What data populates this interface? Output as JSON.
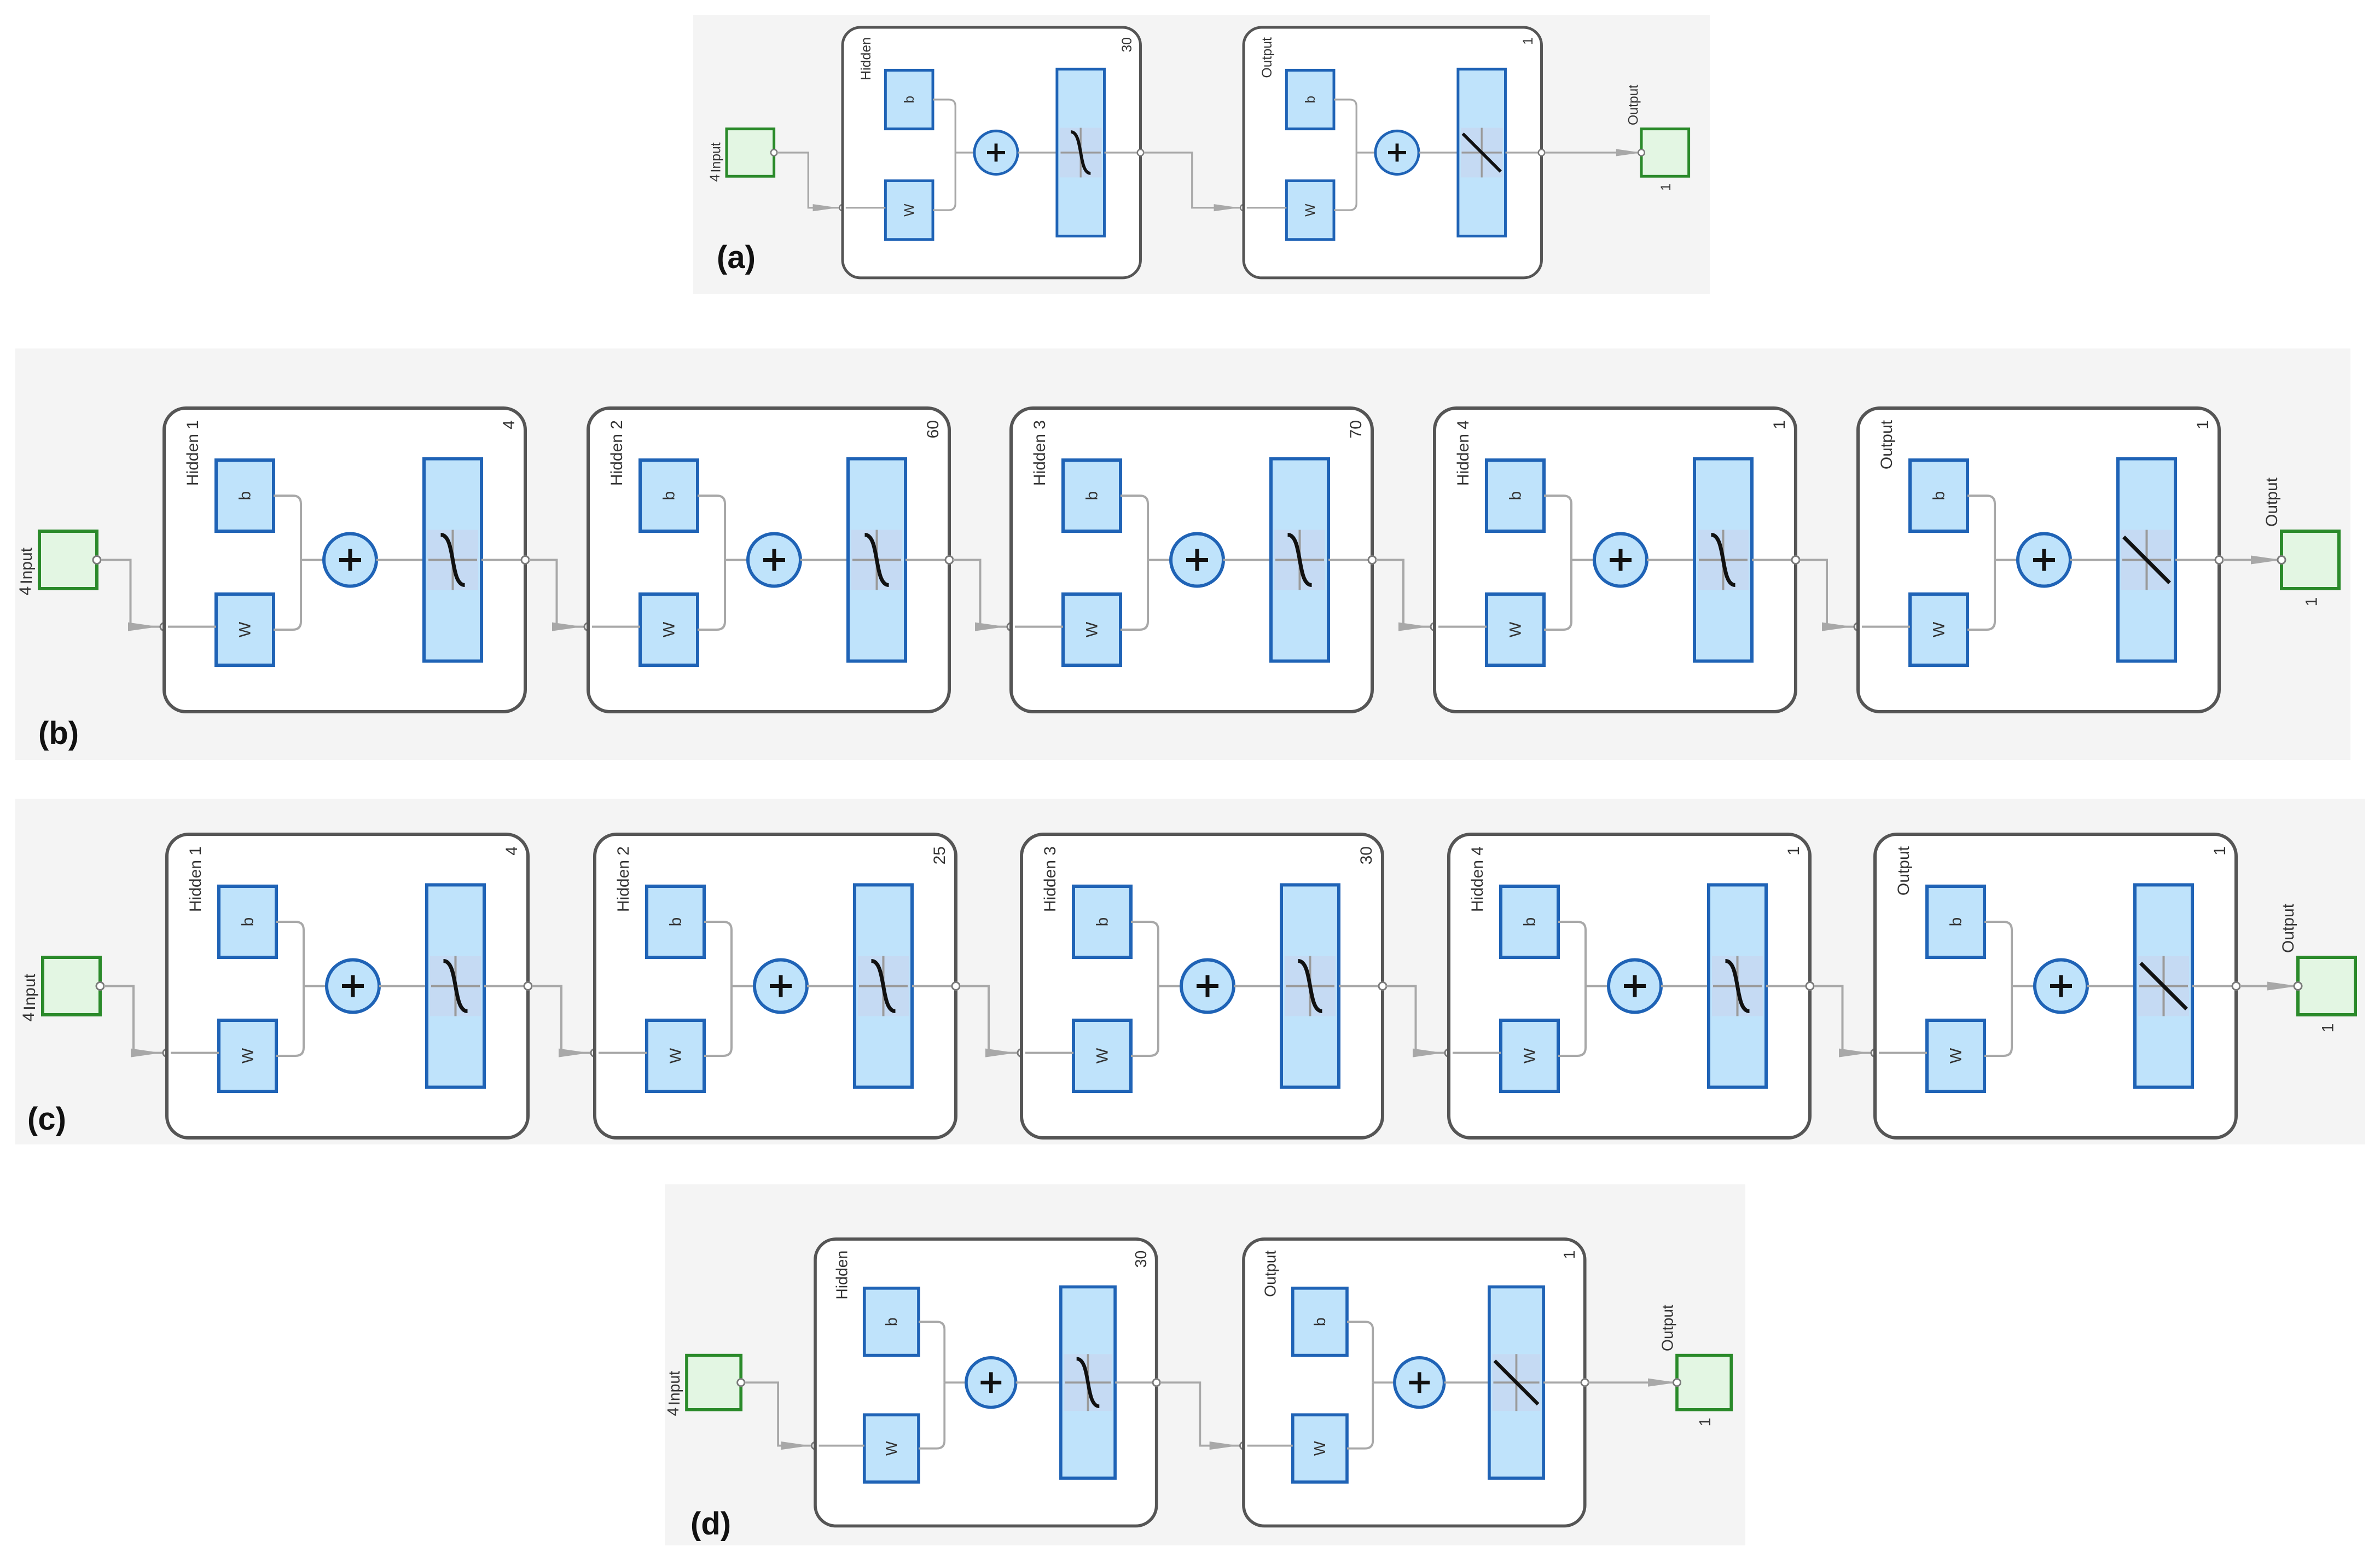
{
  "colors": {
    "panel_bg": "#f4f4f4",
    "layer_border": "#555555",
    "block_fill": "#bfe3fb",
    "block_border": "#1f63b6",
    "io_fill": "#e3f6e3",
    "io_border": "#2a8a2a",
    "wire": "#a8a8a8"
  },
  "icons": {
    "sum": "plus-icon",
    "tansig": "sigmoid-curve-icon",
    "purelin": "linear-line-icon"
  },
  "diagrams": [
    {
      "panel_label": "(a)",
      "input": {
        "label": "Input",
        "size": "4"
      },
      "output": {
        "label": "Output",
        "size": "1"
      },
      "layers": [
        {
          "name": "Hidden",
          "size": "30",
          "bias": "b",
          "weight": "W",
          "transfer": "tansig"
        },
        {
          "name": "Output",
          "size": "1",
          "bias": "b",
          "weight": "W",
          "transfer": "purelin"
        }
      ]
    },
    {
      "panel_label": "(b)",
      "input": {
        "label": "Input",
        "size": "4"
      },
      "output": {
        "label": "Output",
        "size": "1"
      },
      "layers": [
        {
          "name": "Hidden 1",
          "size": "4",
          "bias": "b",
          "weight": "W",
          "transfer": "tansig"
        },
        {
          "name": "Hidden 2",
          "size": "60",
          "bias": "b",
          "weight": "W",
          "transfer": "tansig"
        },
        {
          "name": "Hidden 3",
          "size": "70",
          "bias": "b",
          "weight": "W",
          "transfer": "tansig"
        },
        {
          "name": "Hidden 4",
          "size": "1",
          "bias": "b",
          "weight": "W",
          "transfer": "tansig"
        },
        {
          "name": "Output",
          "size": "1",
          "bias": "b",
          "weight": "W",
          "transfer": "purelin"
        }
      ]
    },
    {
      "panel_label": "(c)",
      "input": {
        "label": "Input",
        "size": "4"
      },
      "output": {
        "label": "Output",
        "size": "1"
      },
      "layers": [
        {
          "name": "Hidden 1",
          "size": "4",
          "bias": "b",
          "weight": "W",
          "transfer": "tansig"
        },
        {
          "name": "Hidden 2",
          "size": "25",
          "bias": "b",
          "weight": "W",
          "transfer": "tansig"
        },
        {
          "name": "Hidden 3",
          "size": "30",
          "bias": "b",
          "weight": "W",
          "transfer": "tansig"
        },
        {
          "name": "Hidden 4",
          "size": "1",
          "bias": "b",
          "weight": "W",
          "transfer": "tansig"
        },
        {
          "name": "Output",
          "size": "1",
          "bias": "b",
          "weight": "W",
          "transfer": "purelin"
        }
      ]
    },
    {
      "panel_label": "(d)",
      "input": {
        "label": "Input",
        "size": "4"
      },
      "output": {
        "label": "Output",
        "size": "1"
      },
      "layers": [
        {
          "name": "Hidden",
          "size": "30",
          "bias": "b",
          "weight": "W",
          "transfer": "tansig"
        },
        {
          "name": "Output",
          "size": "1",
          "bias": "b",
          "weight": "W",
          "transfer": "purelin"
        }
      ]
    }
  ]
}
